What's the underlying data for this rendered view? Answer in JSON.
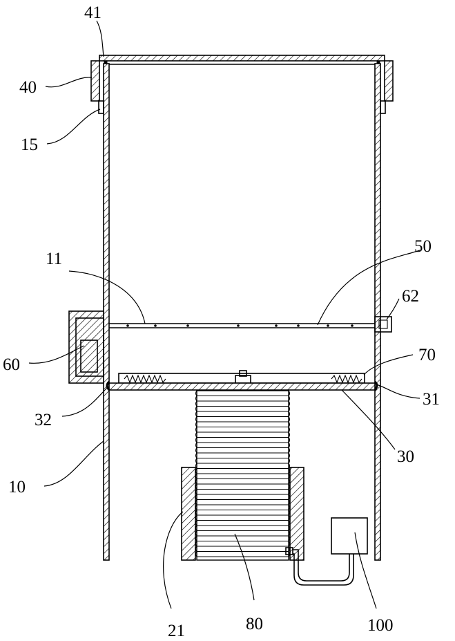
{
  "figure": {
    "type": "technical-cross-section",
    "labels": [
      {
        "id": "41",
        "text": "41"
      },
      {
        "id": "40",
        "text": "40"
      },
      {
        "id": "15",
        "text": "15"
      },
      {
        "id": "11",
        "text": "11"
      },
      {
        "id": "50",
        "text": "50"
      },
      {
        "id": "62",
        "text": "62"
      },
      {
        "id": "60",
        "text": "60"
      },
      {
        "id": "70",
        "text": "70"
      },
      {
        "id": "32",
        "text": "32"
      },
      {
        "id": "31",
        "text": "31"
      },
      {
        "id": "30",
        "text": "30"
      },
      {
        "id": "10",
        "text": "10"
      },
      {
        "id": "21",
        "text": "21"
      },
      {
        "id": "80",
        "text": "80"
      },
      {
        "id": "100",
        "text": "100"
      }
    ],
    "colors": {
      "line": "#000000",
      "background": "#ffffff"
    }
  }
}
